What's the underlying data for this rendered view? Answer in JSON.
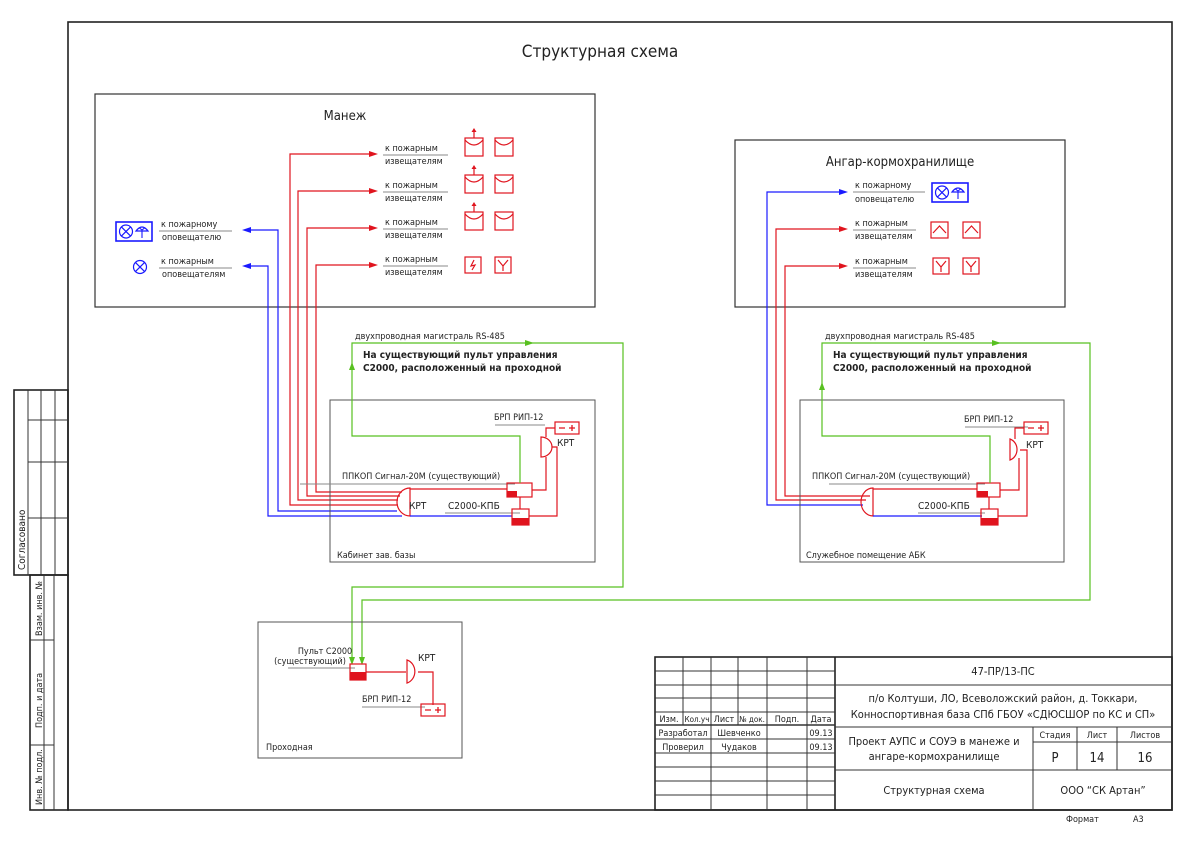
{
  "sheet_title": "Структурная схема",
  "manege": {
    "title": "Манеж",
    "room": "Кабинет зав. базы",
    "rows": [
      {
        "line1": "к пожарным",
        "line2": "извещателям",
        "icons": [
          "smoke-detector-with-output-icon",
          "smoke-detector-icon"
        ]
      },
      {
        "line1": "к пожарным",
        "line2": "извещателям",
        "icons": [
          "smoke-detector-with-output-icon",
          "smoke-detector-icon"
        ]
      },
      {
        "line1": "к пожарным",
        "line2": "извещателям",
        "icons": [
          "smoke-detector-with-output-icon",
          "smoke-detector-icon"
        ]
      },
      {
        "line1": "к пожарным",
        "line2": "извещателям",
        "icons": [
          "flame-detector-icon",
          "manual-call-point-icon"
        ]
      }
    ],
    "alarm_rows": [
      {
        "line1": "к пожарному",
        "line2": "оповещателю",
        "icon": "light-sound-annunciator-icon"
      },
      {
        "line1": "к пожарным",
        "line2": "оповещателям",
        "icon": "light-annunciator-icon"
      }
    ],
    "rs485": "двухпроводная магистраль RS-485",
    "note_line1": "На существующий пульт управления",
    "note_line2": "С2000, расположенный на проходной",
    "brp": "БРП РИП-12",
    "krt": "КРТ",
    "ppkop": "ППКОП Сигнал-20М (существующий)",
    "kpb": "С2000-КПБ",
    "battery": "− +"
  },
  "hangar": {
    "title": "Ангар-кормохранилище",
    "room": "Служебное помещение АБК",
    "rows": [
      {
        "line1": "к пожарному",
        "line2": "оповещателю",
        "icons": [
          "light-sound-annunciator-icon"
        ]
      },
      {
        "line1": "к пожарным",
        "line2": "извещателям",
        "icons": [
          "heat-detector-icon",
          "heat-detector-icon"
        ]
      },
      {
        "line1": "к пожарным",
        "line2": "извещателям",
        "icons": [
          "manual-call-point-icon",
          "manual-call-point-icon"
        ]
      }
    ],
    "rs485": "двухпроводная магистраль RS-485",
    "note_line1": "На существующий пульт управления",
    "note_line2": "С2000, расположенный на проходной",
    "brp": "БРП РИП-12",
    "krt": "КРТ",
    "ppkop": "ППКОП Сигнал-20М (существующий)",
    "kpb": "С2000-КПБ",
    "battery": "− +"
  },
  "gatehouse": {
    "room": "Проходная",
    "panel_line1": "Пульт С2000",
    "panel_line2": "(существующий)",
    "krt": "КРТ",
    "brp": "БРП РИП-12",
    "battery": "− +"
  },
  "side_stamp": {
    "agreed": "Согласовано",
    "replaced_inv": "Взам. инв. №",
    "sign_date": "Подп. и дата",
    "inv_orig": "Инв. № подл."
  },
  "title_block": {
    "doc_code": "47-ПР/13-ПС",
    "address_line1": "п/о Колтуши, ЛО, Всеволожский  район, д. Токкари,",
    "address_line2": "Конноспортивная база СПб ГБОУ «СДЮСШОР по КС и СП»",
    "project_line1": "Проект АУПС и СОУЭ в манеже и",
    "project_line2": "ангаре-кормохранилище",
    "sheet_name": "Структурная схема",
    "company": "ООО “СК Артан”",
    "headers": [
      "Изм.",
      "Кол.уч",
      "Лист",
      "№ док.",
      "Подп.",
      "Дата"
    ],
    "people": [
      {
        "role": "Разработал",
        "name": "Шевченко",
        "date": "09.13"
      },
      {
        "role": "Проверил",
        "name": "Чудаков",
        "date": "09.13"
      }
    ],
    "stage_label": "Стадия",
    "sheet_label": "Лист",
    "sheets_label": "Листов",
    "stage": "Р",
    "sheet": "14",
    "sheets": "16",
    "format_label": "Формат",
    "format": "А3"
  },
  "colors": {
    "fire_loop": "#e0141e",
    "alarm_loop": "#1a1aff",
    "rs485": "#58c020"
  }
}
